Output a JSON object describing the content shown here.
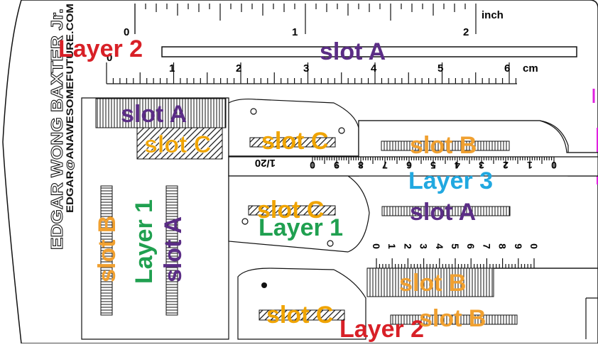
{
  "colors": {
    "slot_a": "#5b2d86",
    "slot_b": "#f0a030",
    "slot_c": "#f0a400",
    "layer_1": "#20a050",
    "layer_2": "#d82027",
    "layer_3": "#21a8e0",
    "ink": "#111111"
  },
  "author": {
    "name": "EDGAR WONG BAXTER Jr.",
    "email": "EDGAR@ANAWESOMEFUTURE.COM"
  },
  "top_ruler": {
    "inch_unit": "inch",
    "inch_labels": [
      "0",
      "1",
      "2"
    ],
    "cm_unit": "cm",
    "cm_labels": [
      "0",
      "1",
      "2",
      "3",
      "4",
      "5",
      "6"
    ]
  },
  "scale_label": "1/20",
  "scales": {
    "upper": [
      "0",
      "9",
      "8",
      "7",
      "6",
      "5",
      "4",
      "3",
      "2",
      "1",
      "0"
    ],
    "lower": [
      "0",
      "1",
      "2",
      "3",
      "4",
      "5",
      "6",
      "7",
      "8",
      "9",
      "0"
    ]
  },
  "labels": {
    "layer2_top": "Layer 2",
    "slotA_top": "slot A",
    "slotA_left": "slot A",
    "slotC_left": "slot C",
    "slotC_upper": "slot C",
    "slotB_upper": "slot B",
    "layer3": "Layer 3",
    "slotC_mid": "slot C",
    "layer1_mid": "Layer 1",
    "slotA_right": "slot A",
    "slotB_vertical": "slot B",
    "layer1_vertical": "Layer 1",
    "slotA_vertical": "slot A",
    "slotB_lower": "slot B",
    "slotC_bottom": "slot C",
    "layer2_bottom": "Layer 2",
    "slotB_bottom": "slot B"
  }
}
